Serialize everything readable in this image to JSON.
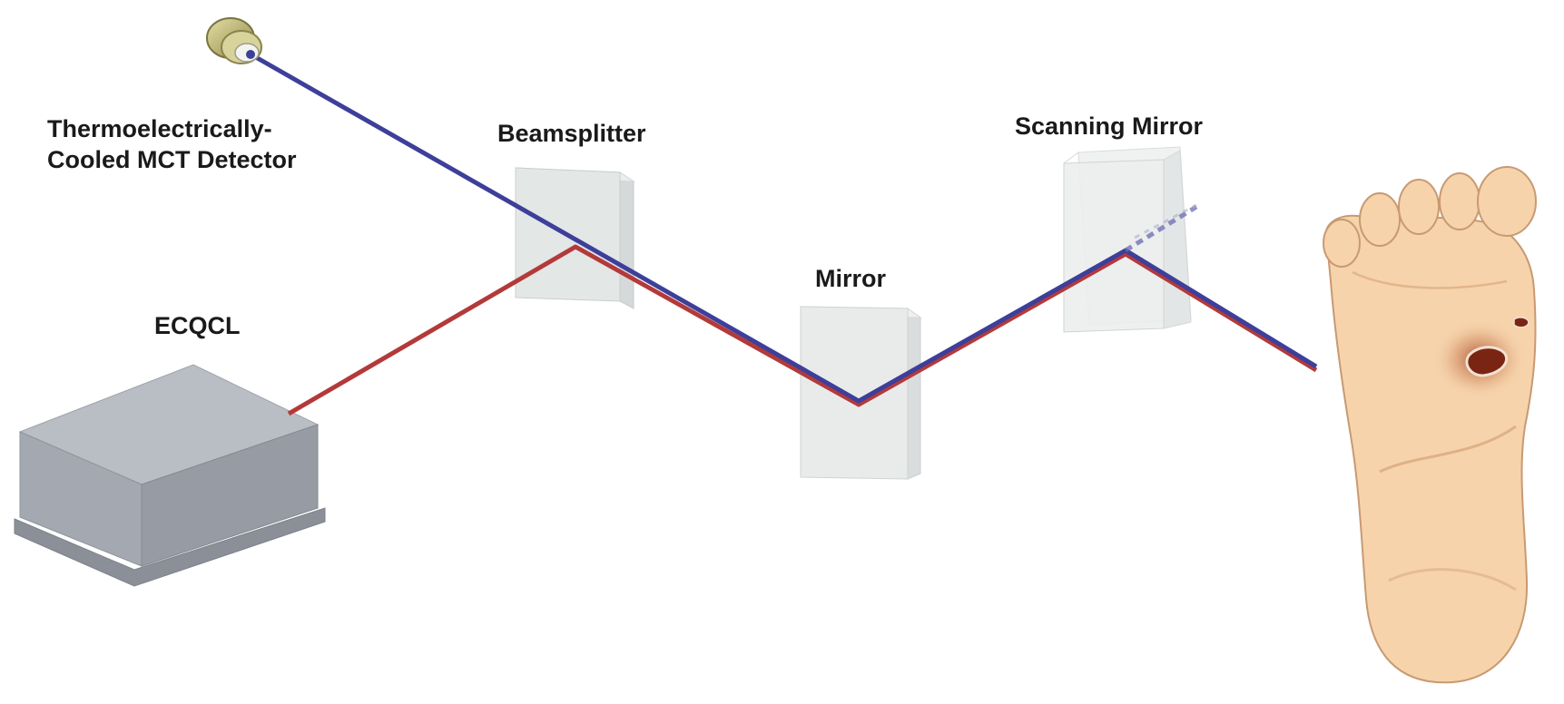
{
  "labels": {
    "detector_line1": "Thermoelectrically-",
    "detector_line2": "Cooled MCT Detector",
    "beamsplitter": "Beamsplitter",
    "scanning_mirror": "Scanning Mirror",
    "mirror": "Mirror",
    "ecqcl": "ECQCL"
  },
  "colors": {
    "detected_beam": "#3d3f9a",
    "laser_beam": "#b33a3a",
    "laser_housing": "#a2a7b0",
    "optic_glass": "#e6e8e8",
    "skin": "#f6d3ab",
    "wound": "#7a2514"
  }
}
